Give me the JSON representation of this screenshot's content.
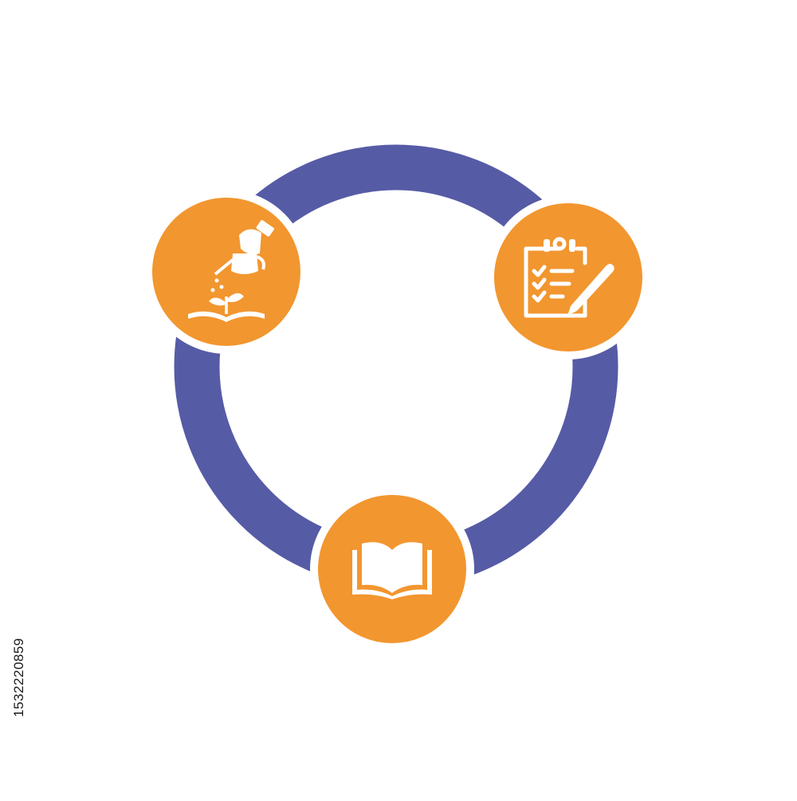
{
  "colors": {
    "ring": "#565BA6",
    "node_fill": "#F2962F",
    "icon": "#FFFFFF",
    "background": "#FFFFFF",
    "id_text": "#1A1A1A"
  },
  "nodes": [
    {
      "name": "growth-node",
      "icon": "watering-plant-book-icon"
    },
    {
      "name": "checklist-node",
      "icon": "clipboard-checklist-pen-icon"
    },
    {
      "name": "book-node",
      "icon": "open-book-icon"
    }
  ],
  "stock_id": "1532220859"
}
